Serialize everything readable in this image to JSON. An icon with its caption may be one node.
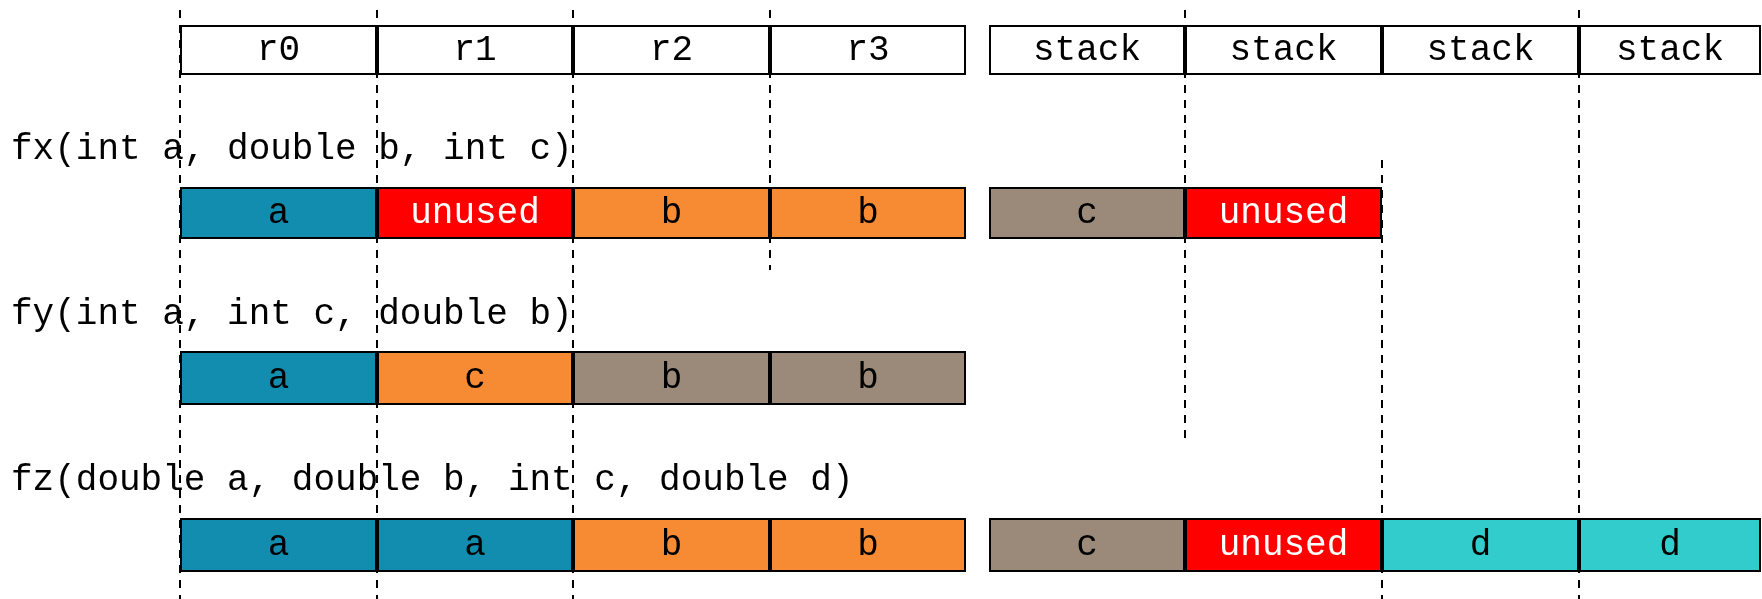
{
  "diagram": {
    "nodes": [
      {
        "text": [
          "r0"
        ]
      },
      {
        "text": [
          "r1"
        ]
      },
      {
        "text": [
          "r2"
        ]
      },
      {
        "text": [
          "r3"
        ]
      },
      {
        "text": [
          "stack"
        ]
      },
      {
        "text": [
          "stack"
        ]
      },
      {
        "text": [
          "stack"
        ]
      },
      {
        "text": [
          "stack"
        ]
      },
      {
        "text": [
          "a"
        ]
      },
      {
        "text": [
          "unused"
        ]
      },
      {
        "text": [
          "b"
        ]
      },
      {
        "text": [
          "b"
        ]
      },
      {
        "text": [
          "c"
        ]
      },
      {
        "text": [
          "unused"
        ]
      },
      {
        "text": [
          "a"
        ]
      },
      {
        "text": [
          "c"
        ]
      },
      {
        "text": [
          "b"
        ]
      },
      {
        "text": [
          "b"
        ]
      },
      {
        "text": [
          "a"
        ]
      },
      {
        "text": [
          "a"
        ]
      },
      {
        "text": [
          "b"
        ]
      },
      {
        "text": [
          "b"
        ]
      },
      {
        "text": [
          "c"
        ]
      },
      {
        "text": [
          "unused"
        ]
      },
      {
        "text": [
          "d"
        ]
      },
      {
        "text": [
          "d"
        ]
      }
    ],
    "labels": [
      "fx(int a, double b, int c)",
      "fy(int a, int c, double b)",
      "fz(double a, double b, int c, double d)"
    ]
  }
}
